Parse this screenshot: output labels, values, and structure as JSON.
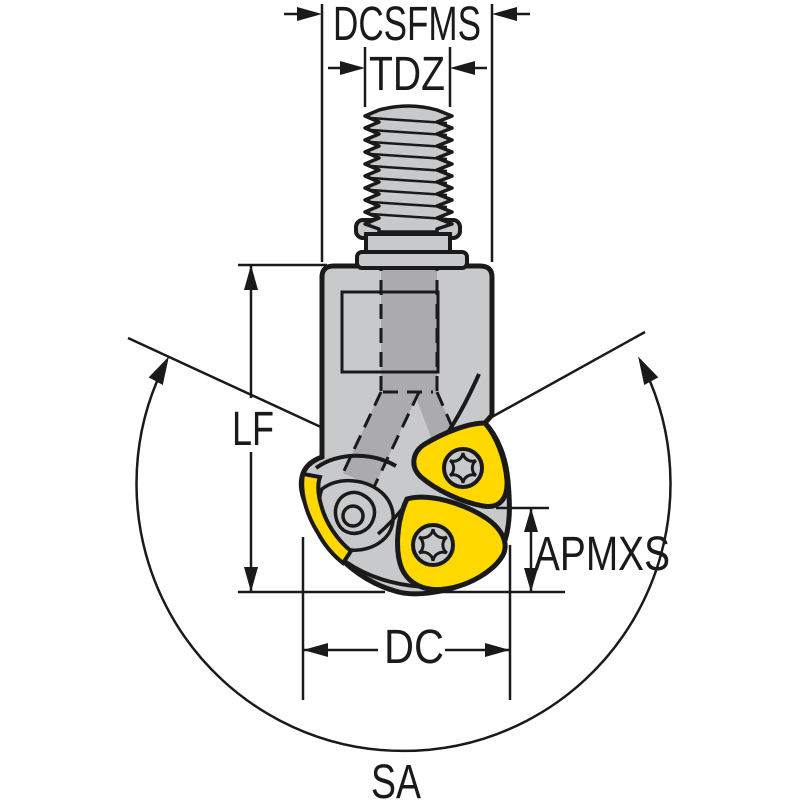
{
  "diagram": {
    "type": "technical-dimension-drawing",
    "subject": "ball-nose milling cutter with round inserts and threaded coupling",
    "labels": {
      "dcsfms": "DCSFMS",
      "tdz": "TDZ",
      "lf": "LF",
      "apmxs": "APMXS",
      "dc": "DC",
      "sa": "SA"
    },
    "colors": {
      "insert_yellow": "#FFD800",
      "body_gray": "#C8C9CB",
      "channel_gray": "#ABABAD",
      "line_black": "#1A1A1A",
      "background": "#FFFFFF"
    }
  }
}
